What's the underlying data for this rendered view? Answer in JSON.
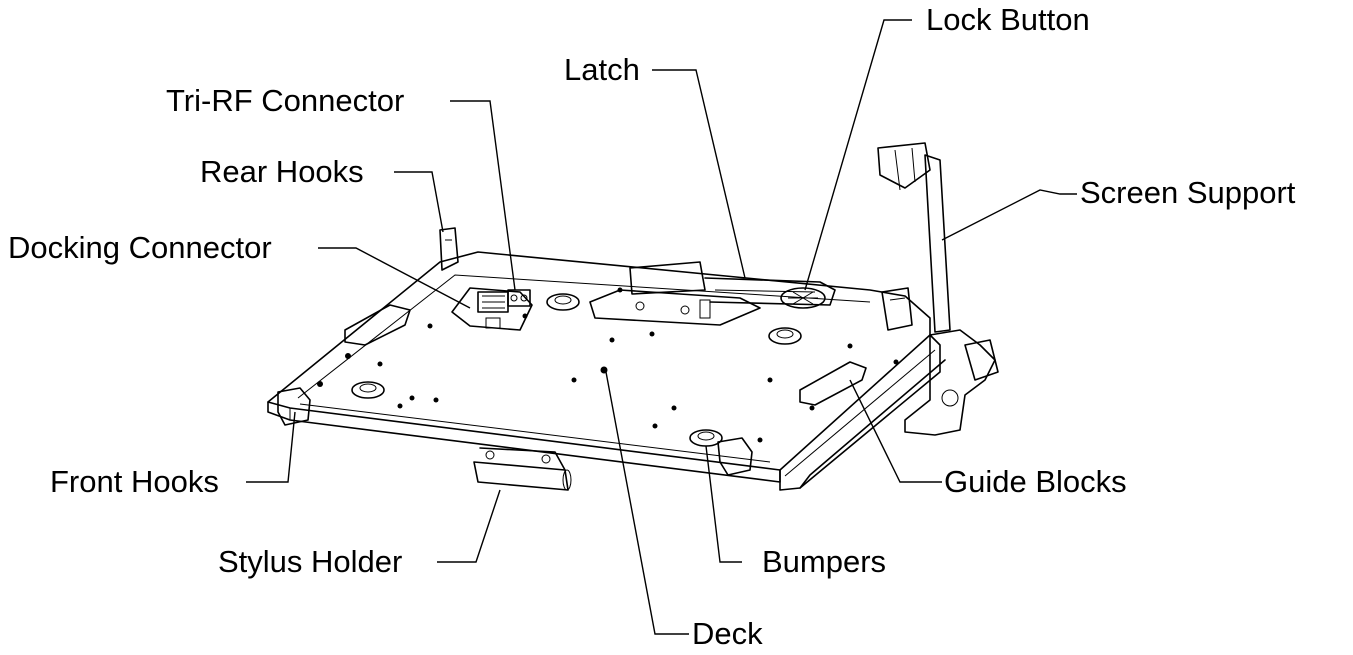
{
  "diagram": {
    "labels": {
      "lock_button": "Lock Button",
      "latch": "Latch",
      "tri_rf_connector": "Tri-RF Connector",
      "rear_hooks": "Rear Hooks",
      "screen_support": "Screen Support",
      "docking_connector": "Docking Connector",
      "front_hooks": "Front Hooks",
      "guide_blocks": "Guide Blocks",
      "stylus_holder": "Stylus Holder",
      "bumpers": "Bumpers",
      "deck": "Deck"
    },
    "colors": {
      "ink": "#000000",
      "background": "#ffffff"
    }
  }
}
